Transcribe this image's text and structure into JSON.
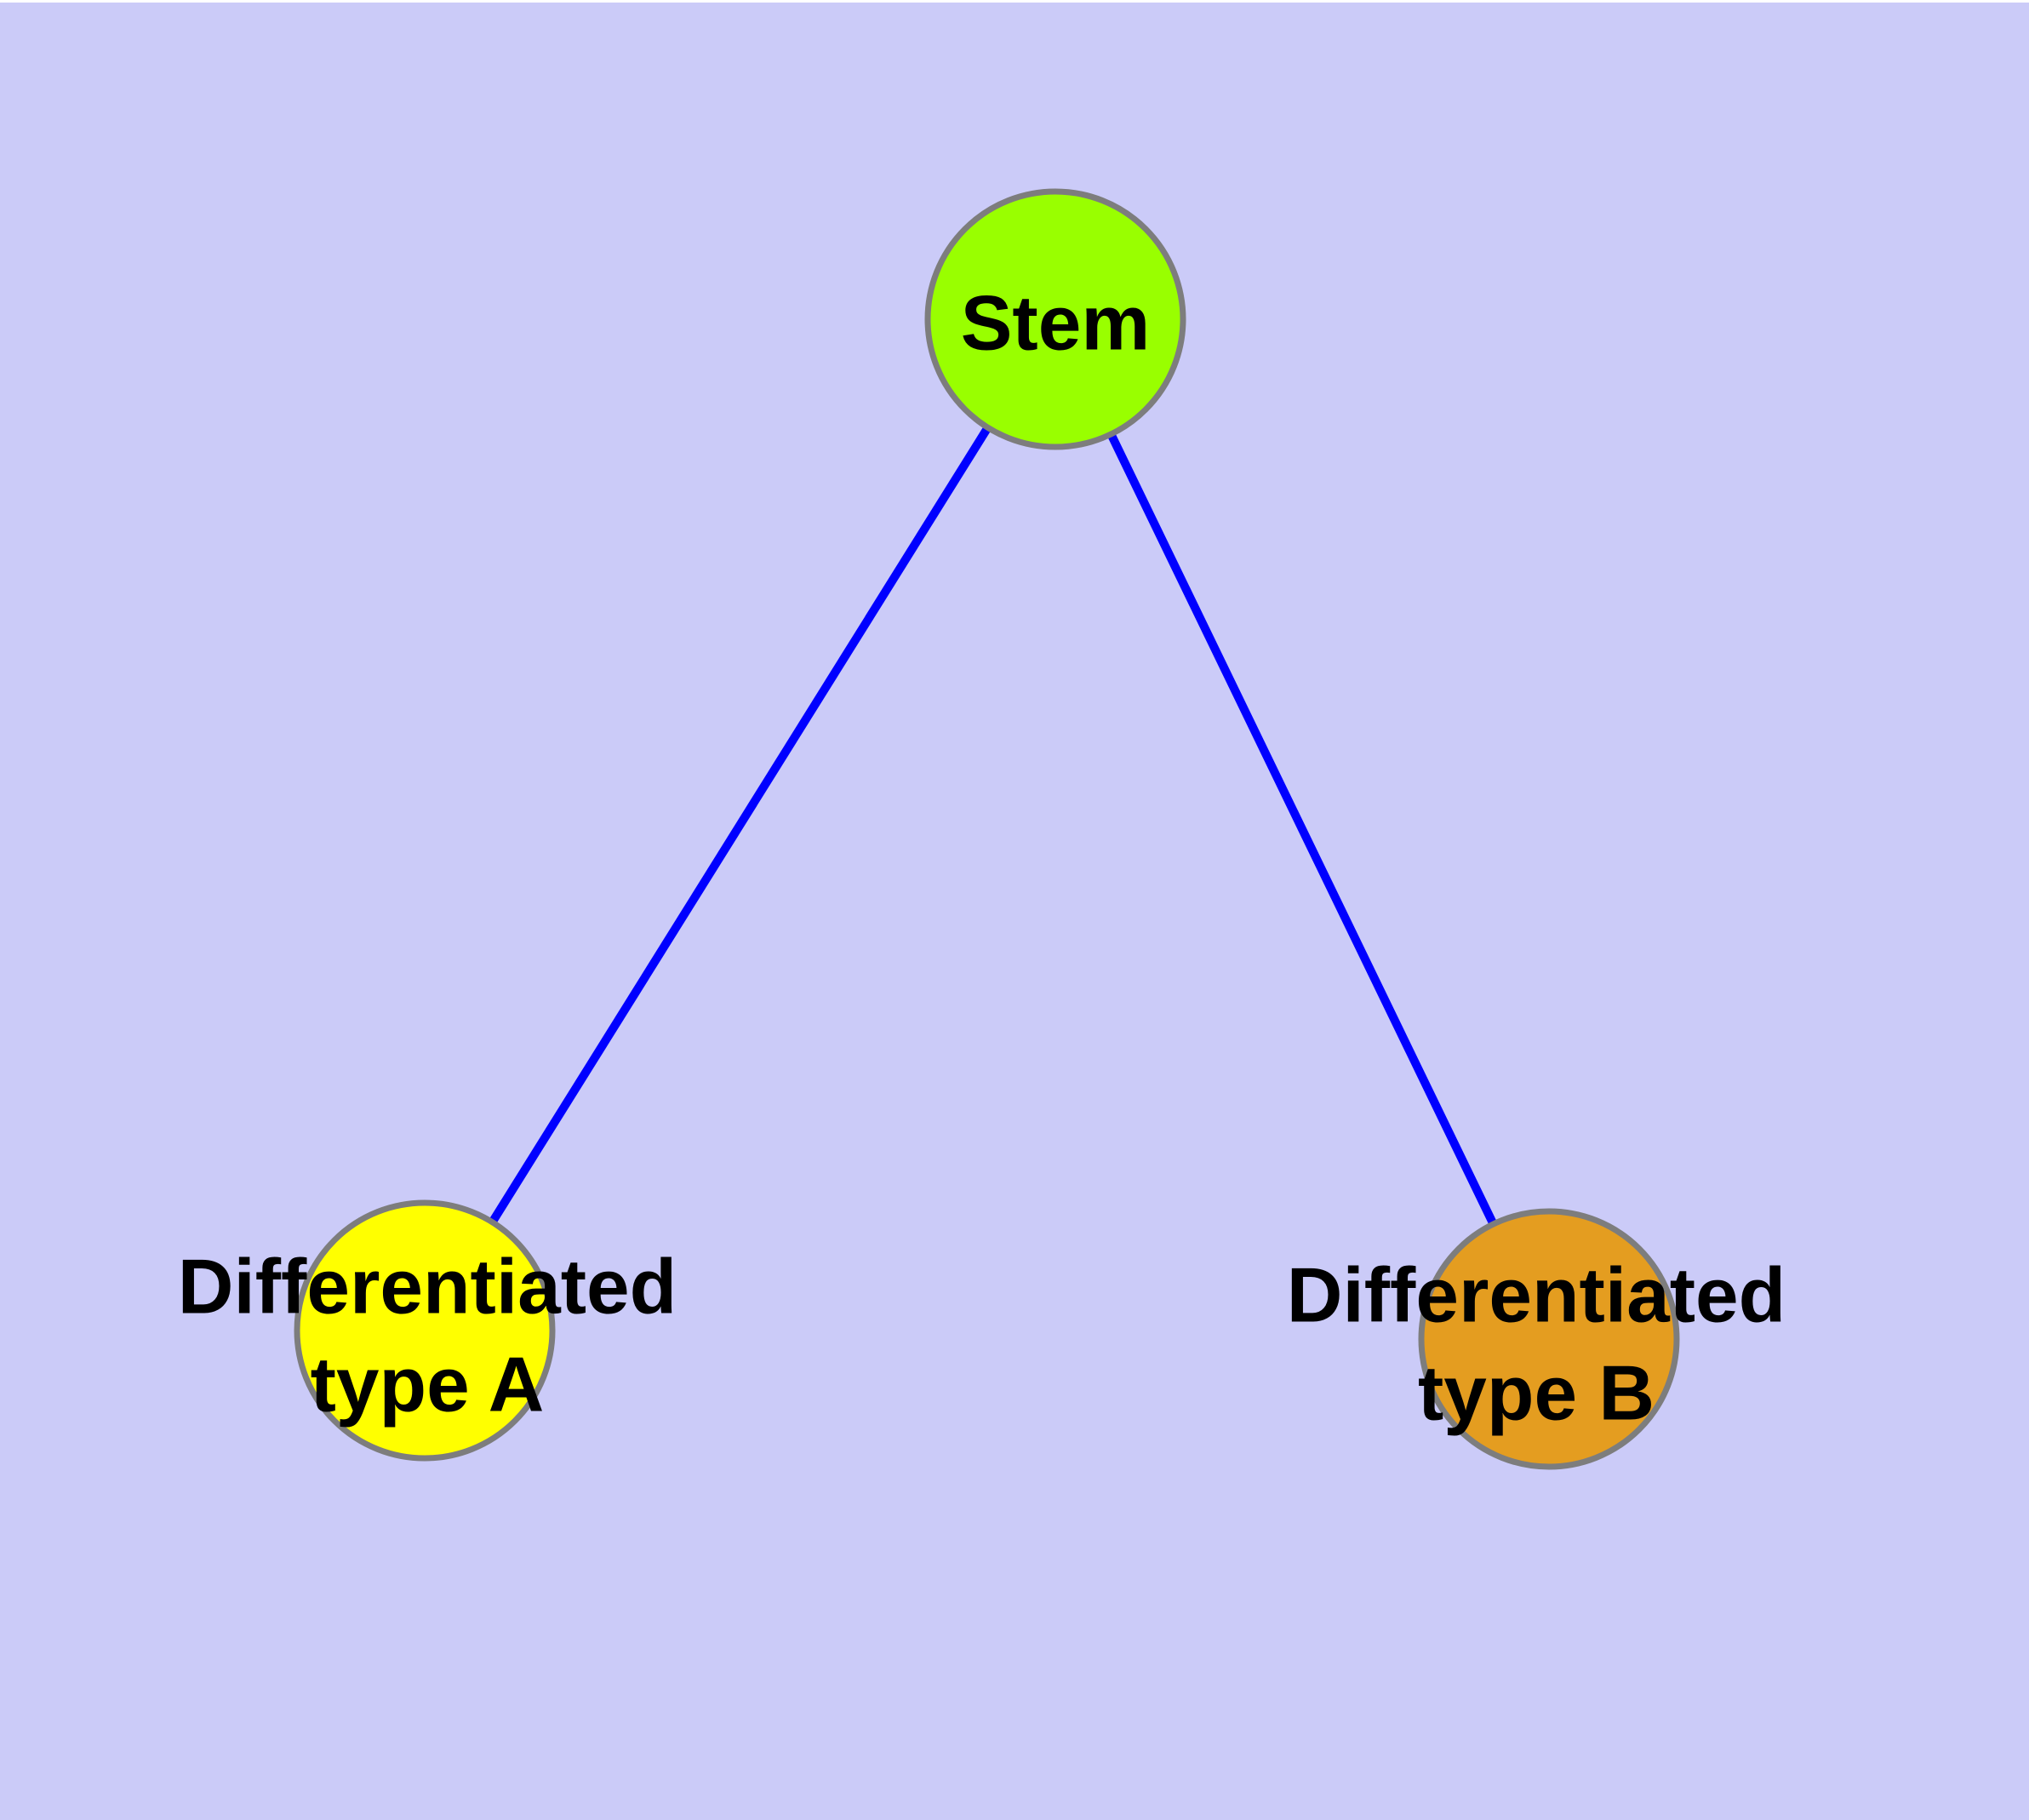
{
  "diagram": {
    "type": "graph",
    "background_color": "#CBCBF8",
    "frame_color": "#FFFFFF",
    "edge_color": "#0000FF",
    "node_border_color": "#7D7D7D",
    "label_color": "#000000",
    "nodes": {
      "stem": {
        "label": "Stem",
        "fill_color": "#99FF00"
      },
      "type_a": {
        "label_line1": "Differentiated",
        "label_line2": "type A",
        "fill_color": "#FFFF00"
      },
      "type_b": {
        "label_line1": "Differentiated",
        "label_line2": "type B",
        "fill_color": "#E49D20"
      }
    },
    "edges": [
      {
        "from": "Stem",
        "to": "Differentiated type A"
      },
      {
        "from": "Stem",
        "to": "Differentiated type B"
      }
    ]
  }
}
